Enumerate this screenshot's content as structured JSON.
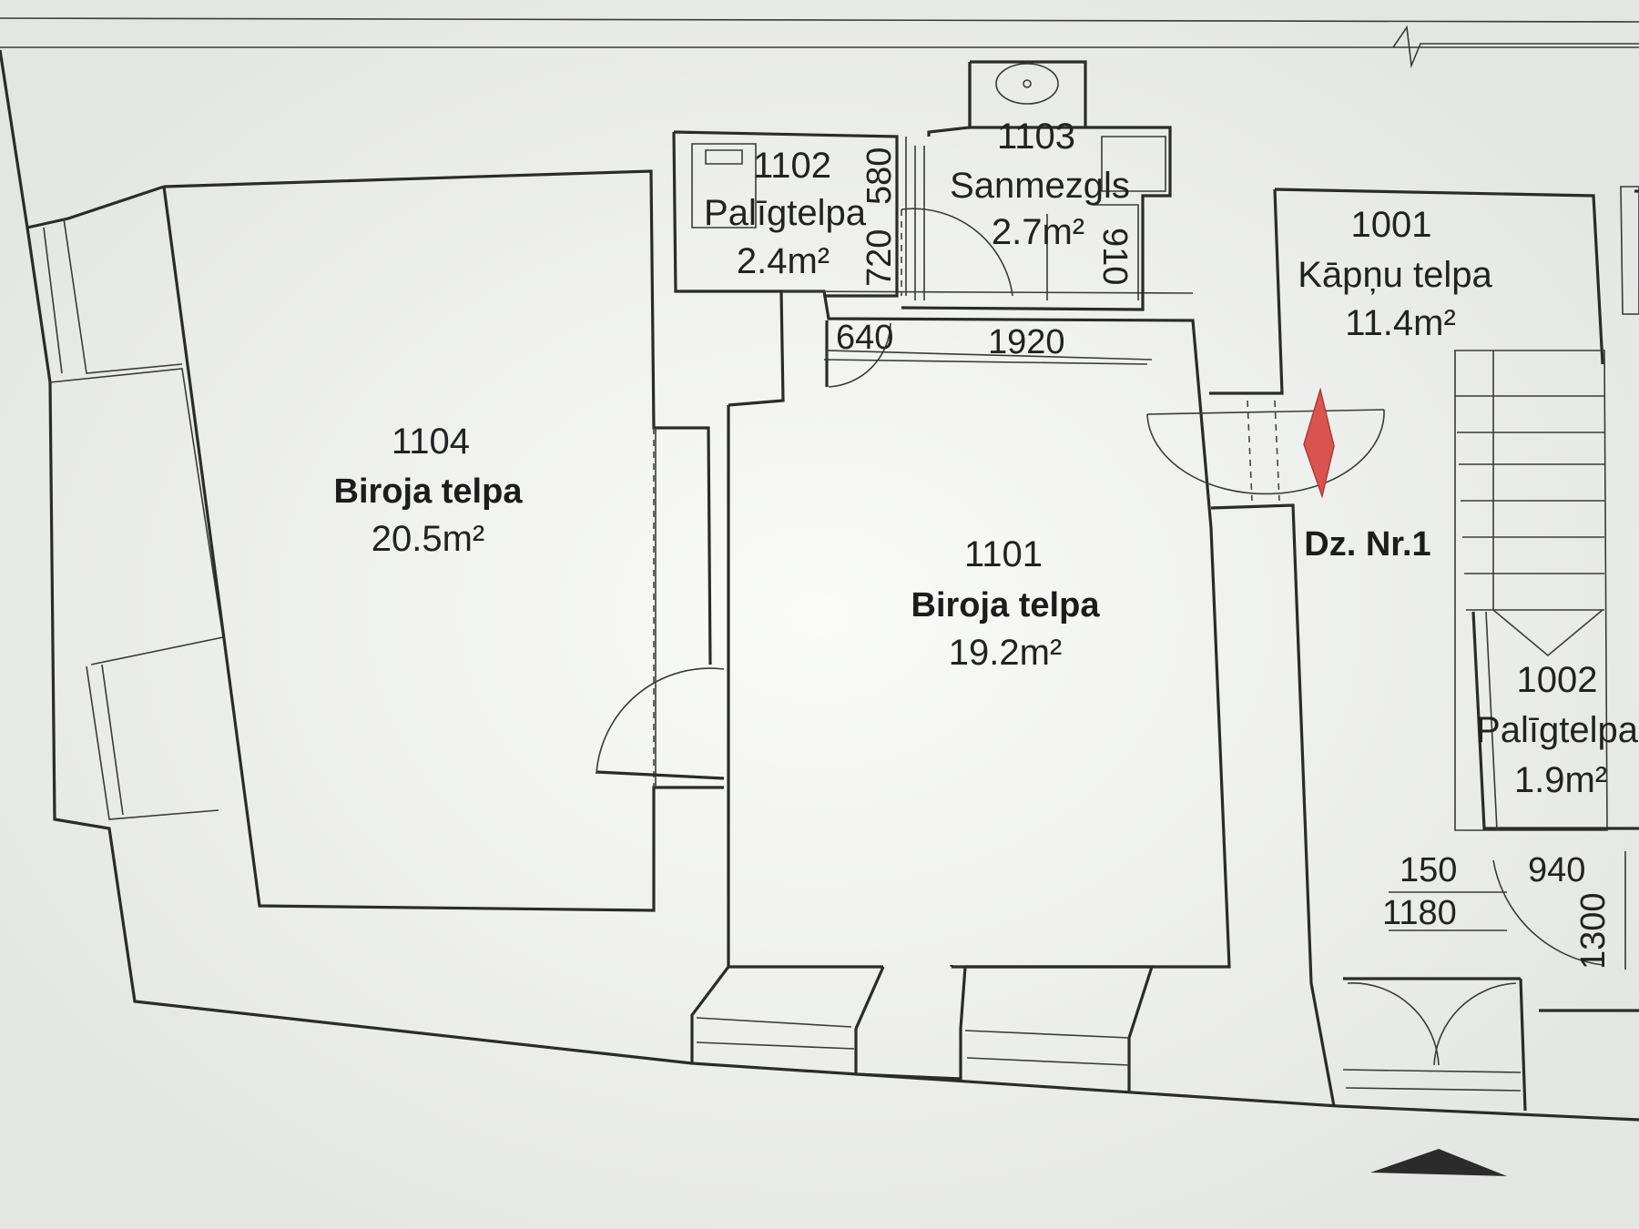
{
  "rooms": {
    "r1104": {
      "number": "1104",
      "name": "Biroja telpa",
      "area": "20.5m²"
    },
    "r1101": {
      "number": "1101",
      "name": "Biroja telpa",
      "area": "19.2m²"
    },
    "r1102": {
      "number": "1102",
      "name": "Palīgtelpa",
      "area": "2.4m²"
    },
    "r1103": {
      "number": "1103",
      "name": "Sanmezgls",
      "area": "2.7m²"
    },
    "r1001": {
      "number": "1001",
      "name": "Kāpņu telpa",
      "area": "11.4m²"
    },
    "r1002": {
      "number": "1002",
      "name": "Palīgtelpa",
      "area": "1.9m²"
    }
  },
  "door_label": "Dz. Nr.1",
  "dimensions": {
    "d580": "580",
    "d720": "720",
    "d640": "640",
    "d1920": "1920",
    "d910": "910",
    "d150": "150",
    "d940": "940",
    "d1180": "1180",
    "d1300": "1300"
  },
  "colors": {
    "background": "#e9ebe8",
    "wall": "#2b2b2b",
    "door_marker": "#d9534f"
  }
}
